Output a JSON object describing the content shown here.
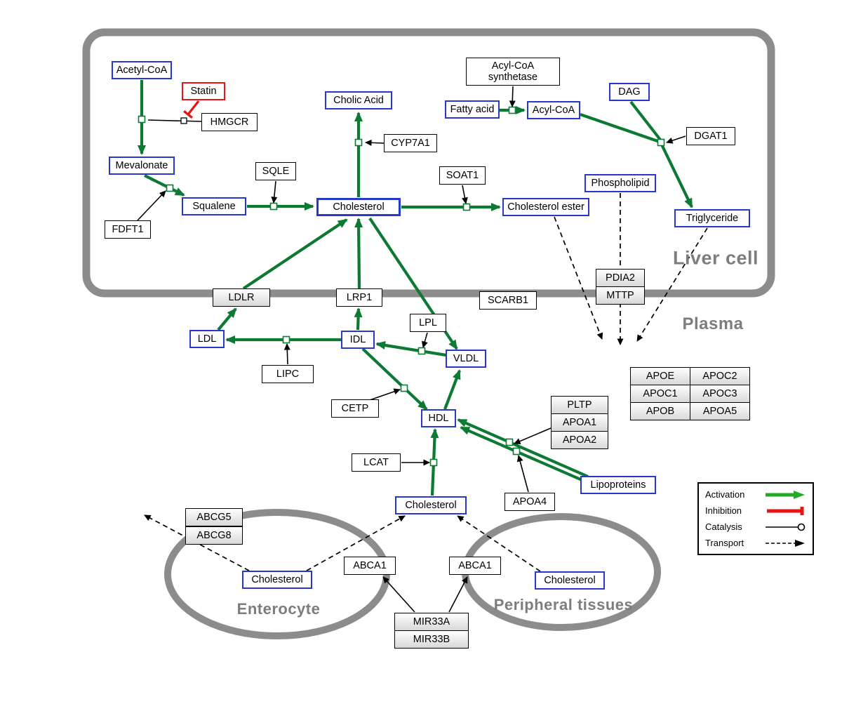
{
  "compartments": {
    "liver_cell": "Liver cell",
    "plasma": "Plasma",
    "enterocyte": "Enterocyte",
    "peripheral_tissues": "Peripheral tissues"
  },
  "nodes": {
    "acetyl_coa": "Acetyl-CoA",
    "statin": "Statin",
    "hmgcr": "HMGCR",
    "mevalonate": "Mevalonate",
    "fdft1": "FDFT1",
    "squalene": "Squalene",
    "sqle": "SQLE",
    "cholic_acid": "Cholic Acid",
    "cyp7a1": "CYP7A1",
    "cholesterol_liver": "Cholesterol",
    "soat1": "SOAT1",
    "cholesterol_ester": "Cholesterol ester",
    "acyl_coa_synthetase": "Acyl-CoA synthetase",
    "fatty_acid": "Fatty acid",
    "acyl_coa": "Acyl-CoA",
    "dag": "DAG",
    "dgat1": "DGAT1",
    "phospholipid": "Phospholipid",
    "triglyceride": "Triglyceride",
    "pdia2": "PDIA2",
    "mttp": "MTTP",
    "ldlr": "LDLR",
    "lrp1": "LRP1",
    "scarb1": "SCARB1",
    "ldl": "LDL",
    "lipc": "LIPC",
    "idl": "IDL",
    "lpl": "LPL",
    "vldl": "VLDL",
    "cetp": "CETP",
    "hdl": "HDL",
    "lcat": "LCAT",
    "cholesterol_plasma": "Cholesterol",
    "apoa4": "APOA4",
    "pltp": "PLTP",
    "apoa1": "APOA1",
    "apoa2": "APOA2",
    "lipoproteins": "Lipoproteins",
    "apoe": "APOE",
    "apoc2": "APOC2",
    "apoc1": "APOC1",
    "apoc3": "APOC3",
    "apob": "APOB",
    "apoa5": "APOA5",
    "abcg5": "ABCG5",
    "abcg8": "ABCG8",
    "cholesterol_enterocyte": "Cholesterol",
    "abca1_enterocyte": "ABCA1",
    "abca1_peripheral": "ABCA1",
    "cholesterol_peripheral": "Cholesterol",
    "mir33a": "MIR33A",
    "mir33b": "MIR33B"
  },
  "legend": {
    "activation": "Activation",
    "inhibition": "Inhibition",
    "catalysis": "Catalysis",
    "transport": "Transport"
  },
  "interactions": [
    {
      "source": "Acetyl-CoA",
      "target": "Mevalonate",
      "type": "conversion",
      "catalyst": "HMGCR"
    },
    {
      "source": "Statin",
      "target": "HMGCR",
      "type": "inhibition"
    },
    {
      "source": "Mevalonate",
      "target": "Squalene",
      "type": "conversion",
      "catalyst": "FDFT1"
    },
    {
      "source": "Squalene",
      "target": "Cholesterol",
      "type": "conversion",
      "catalyst": "SQLE"
    },
    {
      "source": "Cholesterol",
      "target": "Cholic Acid",
      "type": "conversion",
      "catalyst": "CYP7A1"
    },
    {
      "source": "Cholesterol",
      "target": "Cholesterol ester",
      "type": "conversion",
      "catalyst": "SOAT1"
    },
    {
      "source": "Fatty acid",
      "target": "Acyl-CoA",
      "type": "conversion",
      "catalyst": "Acyl-CoA synthetase"
    },
    {
      "source": "Acyl-CoA + DAG",
      "target": "Triglyceride",
      "type": "conversion",
      "catalyst": "DGAT1"
    },
    {
      "source": "Cholesterol ester",
      "target": "Plasma",
      "type": "transport",
      "via": "PDIA2 / MTTP"
    },
    {
      "source": "Phospholipid",
      "target": "Plasma",
      "type": "transport",
      "via": "PDIA2 / MTTP"
    },
    {
      "source": "Triglyceride",
      "target": "Plasma",
      "type": "transport",
      "via": "PDIA2 / MTTP"
    },
    {
      "source": "LDL",
      "target": "LDLR",
      "type": "activation"
    },
    {
      "source": "LDLR",
      "target": "Cholesterol",
      "type": "activation"
    },
    {
      "source": "IDL",
      "target": "LRP1",
      "type": "activation"
    },
    {
      "source": "LRP1",
      "target": "Cholesterol",
      "type": "activation"
    },
    {
      "source": "Cholesterol",
      "target": "VLDL",
      "type": "activation"
    },
    {
      "source": "IDL",
      "target": "LDL",
      "type": "conversion",
      "catalyst": "LIPC"
    },
    {
      "source": "VLDL",
      "target": "IDL",
      "type": "conversion",
      "catalyst": "LPL"
    },
    {
      "source": "IDL",
      "target": "HDL",
      "type": "conversion",
      "catalyst": "CETP"
    },
    {
      "source": "HDL",
      "target": "VLDL",
      "type": "activation"
    },
    {
      "source": "Cholesterol",
      "target": "HDL",
      "type": "conversion",
      "catalyst": "LCAT"
    },
    {
      "source": "Lipoproteins",
      "target": "HDL",
      "type": "activation",
      "regulators": "PLTP, APOA1, APOA2, APOA4"
    },
    {
      "source": "Cholesterol",
      "target": "Cholesterol",
      "type": "transport",
      "via": "ABCA1",
      "from": "Enterocyte",
      "to": "Plasma"
    },
    {
      "source": "Cholesterol",
      "target": "Cholesterol",
      "type": "transport",
      "via": "ABCA1",
      "from": "Peripheral tissues",
      "to": "Plasma"
    },
    {
      "source": "Cholesterol",
      "target": "outside enterocyte",
      "type": "transport",
      "via": "ABCG5 / ABCG8"
    },
    {
      "source": "MIR33A / MIR33B",
      "target": "ABCA1",
      "type": "regulation"
    }
  ],
  "colors": {
    "metabolite_border": "#2838cc",
    "inhibitor_border": "#e91414",
    "edge_green": "#0d7a33",
    "legend_green": "#22aa22",
    "inhibition_red": "#e91414",
    "membrane_gray": "#8c8c8c",
    "compartment_label_gray": "#7d7d7d"
  }
}
